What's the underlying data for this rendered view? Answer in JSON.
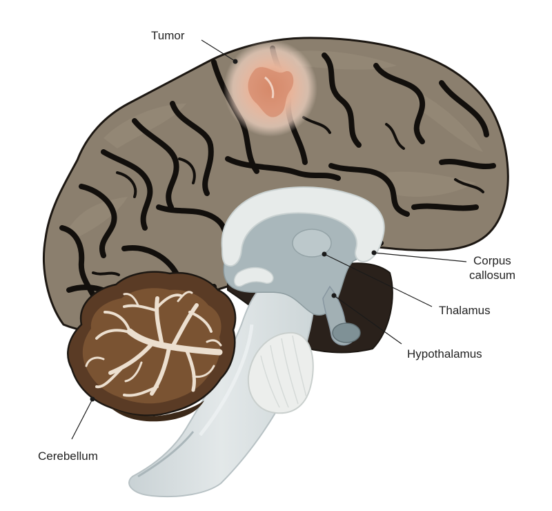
{
  "labels": {
    "tumor": "Tumor",
    "corpus_line1": "Corpus",
    "corpus_line2": "callosum",
    "thalamus": "Thalamus",
    "hypothalamus": "Hypothalamus",
    "cerebellum": "Cerebellum"
  },
  "colors": {
    "cortex": "#8b7f6e",
    "cortex_outline": "#1c1712",
    "sulcus": "#120f0c",
    "gyrus_highlight": "#9a8e7c",
    "brainstem": "#d9dfe0",
    "brainstem_shade": "#c4ced1",
    "ventricle": "#a9b7bb",
    "corpus_callosum": "#e7ebea",
    "deep_shadow": "#2a211b",
    "cerebellum_outer": "#5a3b25",
    "cerebellum_mid": "#7a5332",
    "cerebellum_tree": "#ecdfcf",
    "pons": "#eceeec",
    "tumor_core": "#e2a98a",
    "tumor_glow": "#f3d6c4"
  }
}
